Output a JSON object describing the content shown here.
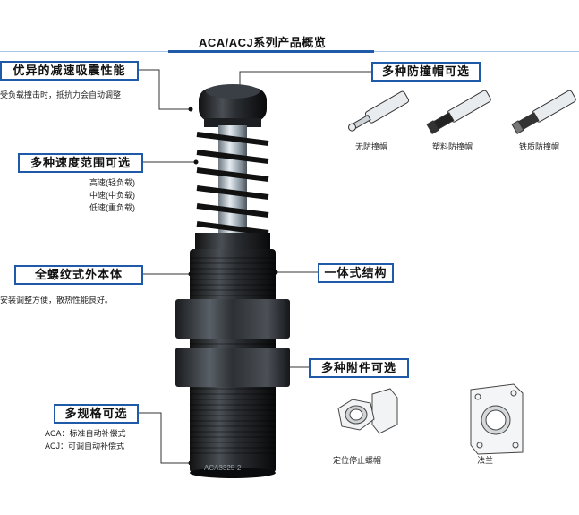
{
  "title": "ACA/ACJ系列产品概览",
  "features": {
    "absorb": {
      "label": "优异的减速吸震性能",
      "desc": "受负载撞击时，抵抗力会自动调整"
    },
    "speed": {
      "label": "多种速度范围可选",
      "lines": [
        "高速(轻负载)",
        "中速(中负载)",
        "低速(重负载)"
      ]
    },
    "thread": {
      "label": "全螺纹式外本体",
      "desc": "安装调整方便，散热性能良好。"
    },
    "spec": {
      "label": "多规格可选",
      "lines": [
        "ACA：标准自动补偿式",
        "ACJ：可调自动补偿式"
      ]
    },
    "caps": {
      "label": "多种防撞帽可选",
      "items": [
        "无防撞帽",
        "塑料防撞帽",
        "铁质防撞帽"
      ]
    },
    "integral": {
      "label": "一体式结构"
    },
    "accessories": {
      "label": "多种附件可选",
      "items": [
        "定位停止螺帽",
        "法兰"
      ]
    }
  },
  "product_marking": "ACA3325-2"
}
